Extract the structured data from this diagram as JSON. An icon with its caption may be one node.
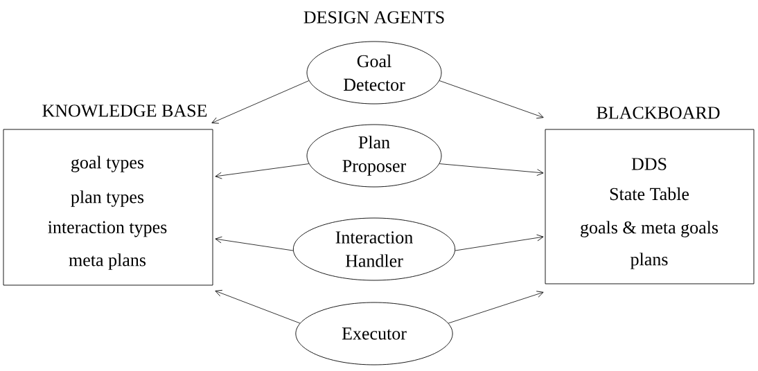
{
  "diagram": {
    "title": "DESIGN AGENTS",
    "nodes": [
      {
        "text": [
          "KNOWLEDGE BASE",
          "goal types",
          "plan types",
          "interaction types",
          "meta plans"
        ]
      },
      {
        "text": [
          "BLACKBOARD",
          "DDS",
          "State Table",
          "goals & meta goals",
          "plans"
        ]
      },
      {
        "text": [
          "Goal Detector"
        ]
      },
      {
        "text": [
          "Plan Proposer"
        ]
      },
      {
        "text": [
          "Interaction Handler"
        ]
      },
      {
        "text": [
          "Executor"
        ]
      }
    ],
    "edges": [
      {
        "from": 2,
        "to": 0,
        "arrow": "to"
      },
      {
        "from": 2,
        "to": 1,
        "arrow": "to"
      },
      {
        "from": 3,
        "to": 0,
        "arrow": "to"
      },
      {
        "from": 3,
        "to": 1,
        "arrow": "to"
      },
      {
        "from": 4,
        "to": 0,
        "arrow": "to"
      },
      {
        "from": 4,
        "to": 1,
        "arrow": "to"
      },
      {
        "from": 5,
        "to": 0,
        "arrow": "to"
      },
      {
        "from": 5,
        "to": 1,
        "arrow": "to"
      }
    ]
  }
}
